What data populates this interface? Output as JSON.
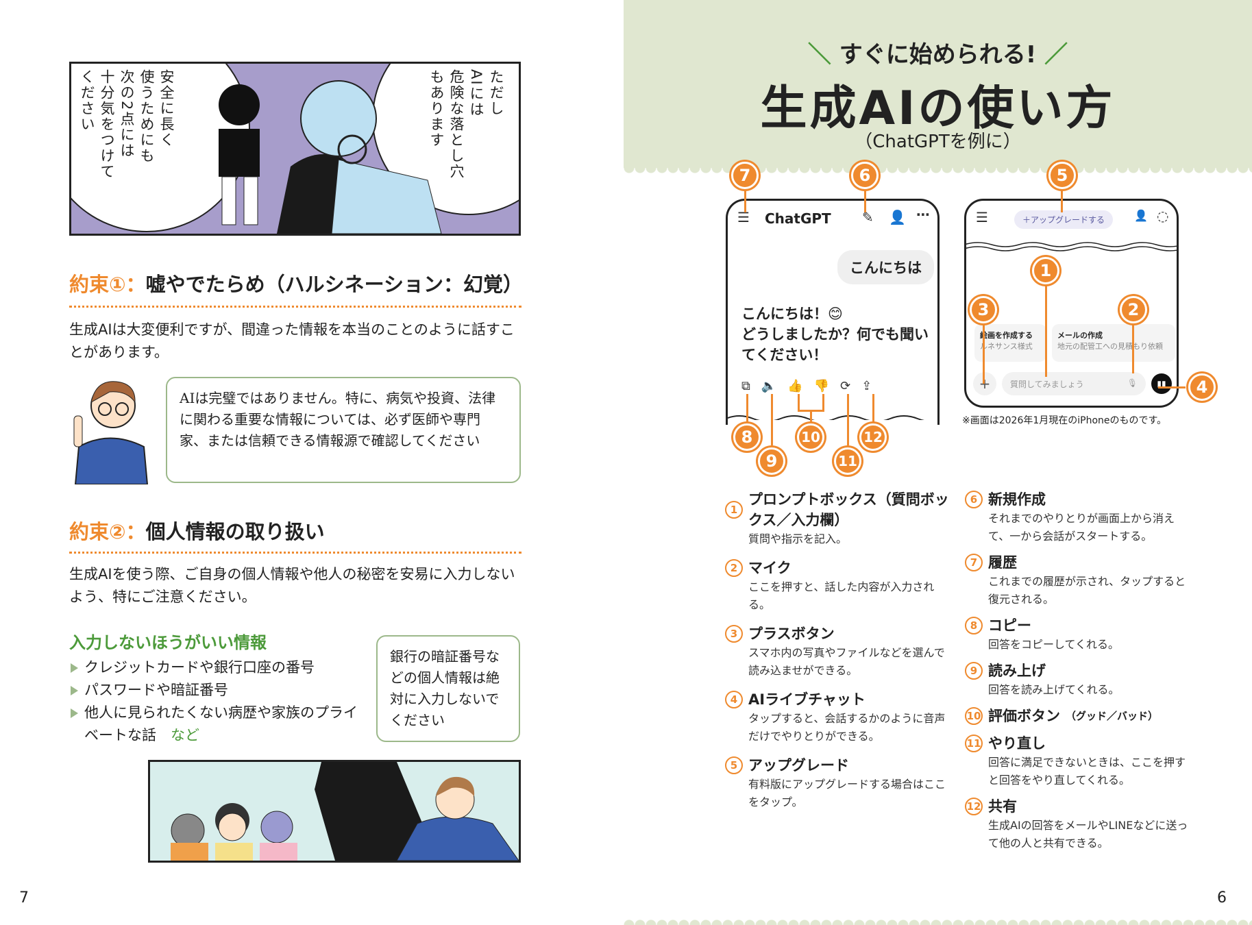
{
  "left_page": {
    "panel1": {
      "bubble_right": "ただし\nAIには\n危険な落とし穴\nもあります",
      "bubble_left": "安全に長く\n使うためにも\n次の2点には\n十分気をつけて\nください"
    },
    "rule1": {
      "label": "約束①：",
      "title": "嘘やでたらめ（ハルシネーション：幻覚）",
      "body": "生成AIは大変便利ですが、間違った情報を本当のことのように話すことがあります。",
      "bubble": "AIは完璧ではありません。特に、病気や投資、法律に関わる重要な情報については、必ず医師や専門家、または信頼できる情報源で確認してください"
    },
    "rule2": {
      "label": "約束②：",
      "title": "個人情報の取り扱い",
      "body": "生成AIを使う際、ご自身の個人情報や他人の秘密を安易に入力しないよう、特にご注意ください。"
    },
    "avoid": {
      "heading": "入力しないほうがいい情報",
      "items": [
        "クレジットカードや銀行口座の番号",
        "パスワードや暗証番号",
        "他人に見られたくない病歴や家族のプライベートな話"
      ],
      "etc": "など",
      "bubble": "銀行の暗証番号などの個人情報は絶対に入力しないでください"
    },
    "page_number": "7"
  },
  "right_page": {
    "kicker": "すぐに始められる!",
    "title": "生成AIの使い方",
    "subtitle": "（ChatGPTを例に）",
    "phone1": {
      "app_title": "ChatGPT",
      "user_msg": "こんにちは",
      "reply": "こんにちは！😊\nどうしましたか？何でも聞いてください！"
    },
    "phone2": {
      "upgrade": "＋アップグレードする",
      "card1_title": "絵画を作成する",
      "card1_sub": "ルネサンス様式",
      "card2_title": "メールの作成",
      "card2_sub": "地元の配管工への見積もり依頼",
      "placeholder": "質問してみましょう"
    },
    "badges": [
      "1",
      "2",
      "3",
      "4",
      "5",
      "6",
      "7",
      "8",
      "9",
      "10",
      "11",
      "12"
    ],
    "note": "※画面は2026年1月現在のiPhoneのものです。",
    "items": [
      {
        "n": "1",
        "title": "プロンプトボックス（質問ボックス／入力欄）",
        "desc": "質問や指示を記入。"
      },
      {
        "n": "2",
        "title": "マイク",
        "desc": "ここを押すと、話した内容が入力される。"
      },
      {
        "n": "3",
        "title": "プラスボタン",
        "desc": "スマホ内の写真やファイルなどを選んで読み込ませができる。"
      },
      {
        "n": "4",
        "title": "AIライブチャット",
        "desc": "タップすると、会話するかのように音声だけでやりとりができる。"
      },
      {
        "n": "5",
        "title": "アップグレード",
        "desc": "有料版にアップグレードする場合はここをタップ。"
      },
      {
        "n": "6",
        "title": "新規作成",
        "desc": "それまでのやりとりが画面上から消えて、一から会話がスタートする。"
      },
      {
        "n": "7",
        "title": "履歴",
        "desc": "これまでの履歴が示され、タップすると復元される。"
      },
      {
        "n": "8",
        "title": "コピー",
        "desc": "回答をコピーしてくれる。"
      },
      {
        "n": "9",
        "title": "読み上げ",
        "desc": "回答を読み上げてくれる。"
      },
      {
        "n": "10",
        "title": "評価ボタン",
        "sub": "（グッド／バッド）",
        "desc": ""
      },
      {
        "n": "11",
        "title": "やり直し",
        "desc": "回答に満足できないときは、ここを押すと回答をやり直してくれる。"
      },
      {
        "n": "12",
        "title": "共有",
        "desc": "生成AIの回答をメールやLINEなどに送って他の人と共有できる。"
      }
    ],
    "page_number": "6"
  },
  "colors": {
    "accent": "#ef8a2e",
    "green": "#4c9a3a",
    "header_bg": "#e0e7d0",
    "panel_purple": "#a79dcb"
  }
}
